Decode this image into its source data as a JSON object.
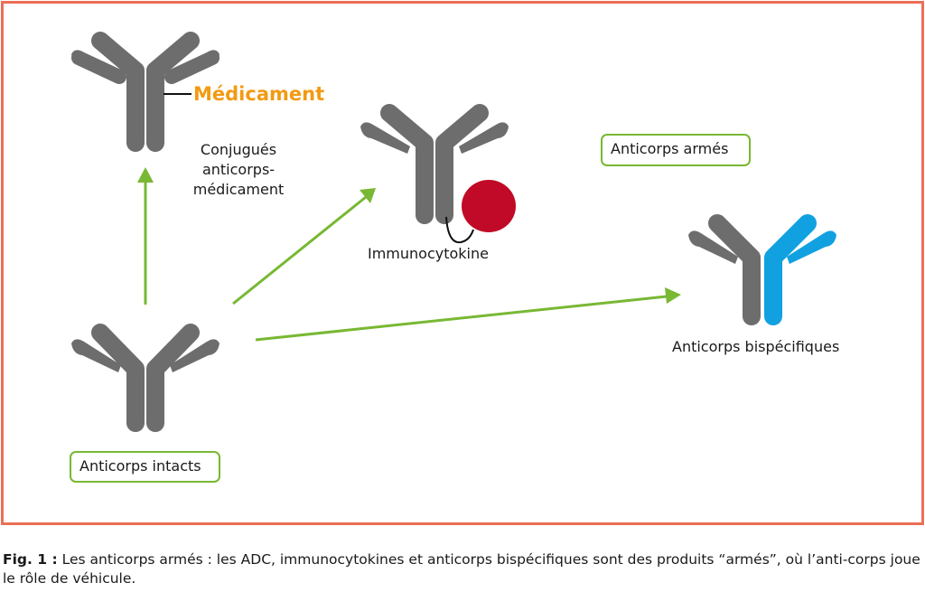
{
  "figure": {
    "labels": {
      "drug": "Médicament",
      "adc": [
        "Conjugués",
        "anticorps-",
        "médicament"
      ],
      "immunocytokine": "Immunocytokine",
      "bispecific": "Anticorps bispécifiques"
    },
    "boxes": {
      "armed": "Anticorps armés",
      "intact": "Anticorps intacts"
    },
    "colors": {
      "frame": "#ec6f56",
      "arrow": "#78b833",
      "antibody": "#6d6d6d",
      "bispecific_arm": "#11a1e0",
      "cytokine": "#c10a27",
      "drug": "#f29a12"
    },
    "arrows": [
      {
        "from": "Anticorps intacts",
        "to": "Conjugués anticorps-médicament"
      },
      {
        "from": "Anticorps intacts",
        "to": "Immunocytokine"
      },
      {
        "from": "Anticorps intacts",
        "to": "Anticorps bispécifiques"
      }
    ]
  },
  "caption": {
    "prefix": "Fig. 1 :",
    "text": " Les anticorps armés : les ADC, immunocytokines et anticorps bispécifiques sont des produits “armés”, où l’anti-corps joue le rôle de véhicule."
  }
}
